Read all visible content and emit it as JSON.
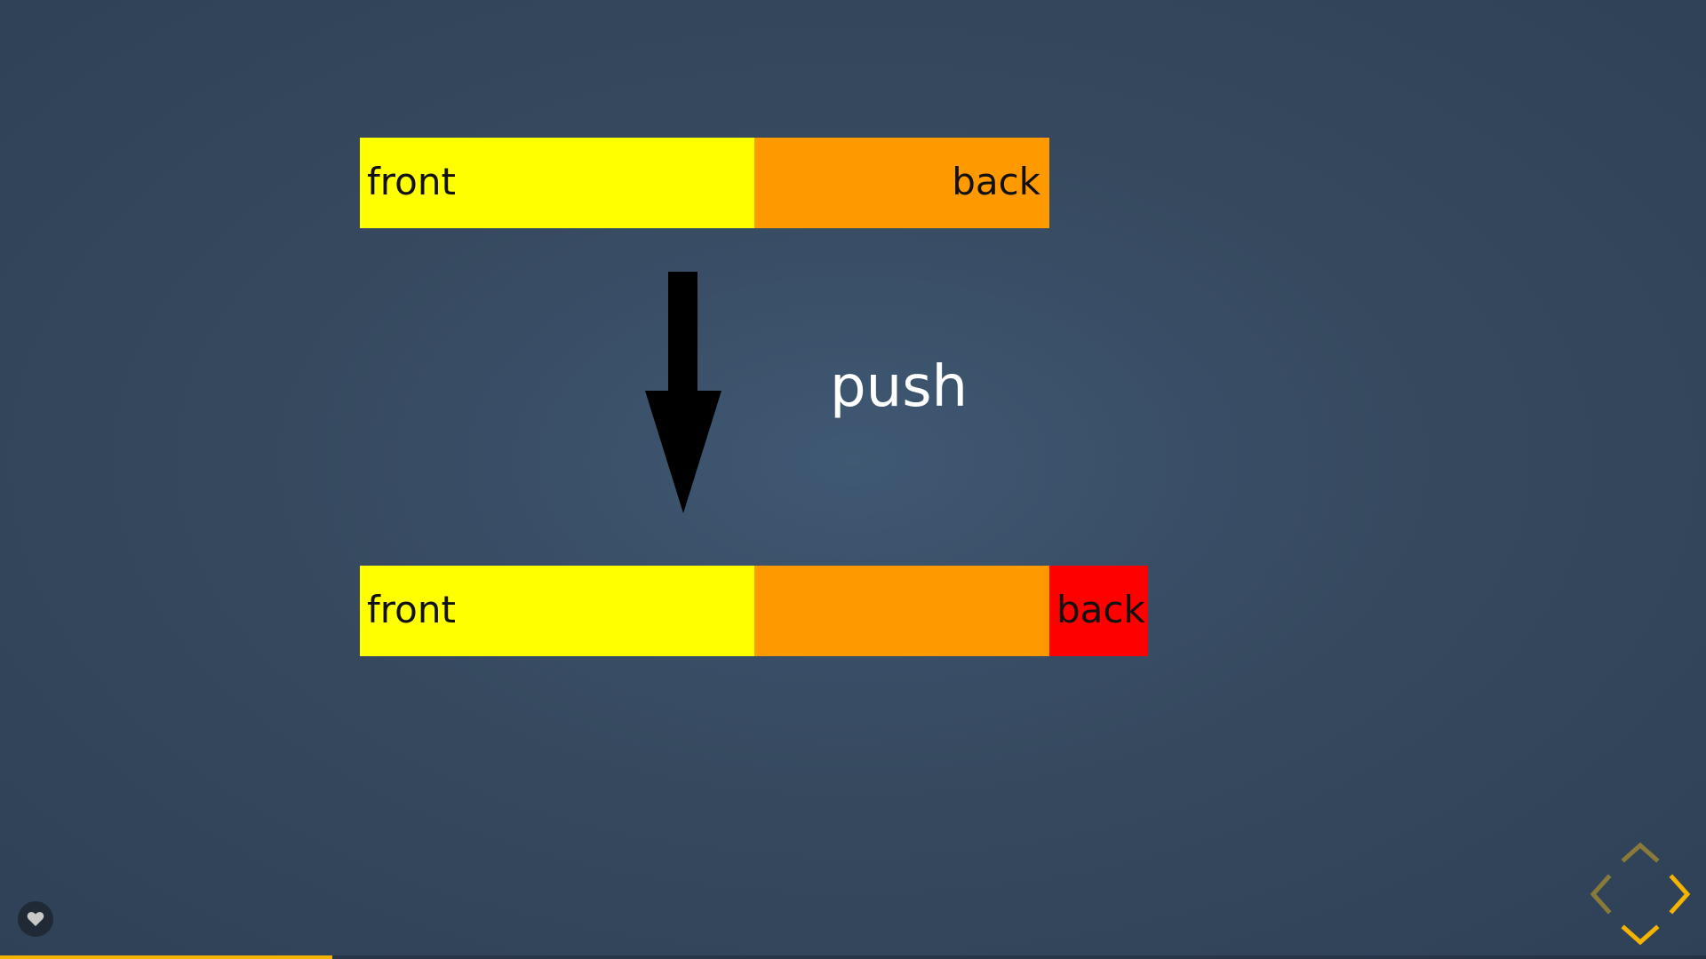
{
  "slide": {
    "before": {
      "segments": [
        {
          "color": "#ffff00",
          "weight": 444,
          "label": "front",
          "label_side": "left"
        },
        {
          "color": "#ff9900",
          "weight": 332,
          "label": "back",
          "label_side": "right"
        }
      ]
    },
    "after": {
      "segments": [
        {
          "color": "#ffff00",
          "weight": 444,
          "label": "front",
          "label_side": "left"
        },
        {
          "color": "#ff9900",
          "weight": 332,
          "label": "",
          "label_side": "none"
        },
        {
          "color": "#ff0000",
          "weight": 111,
          "label": "back",
          "label_side": "left"
        }
      ]
    },
    "operation_label": "push",
    "arrow_icon": "arrow-down-icon"
  },
  "controls": {
    "progress_fraction": 0.195,
    "progress_color": "#f4b400",
    "heart_icon": "heart-icon",
    "nav": {
      "up": {
        "icon": "chevron-up-icon",
        "enabled": false
      },
      "down": {
        "icon": "chevron-down-icon",
        "enabled": true
      },
      "left": {
        "icon": "chevron-left-icon",
        "enabled": false
      },
      "right": {
        "icon": "chevron-right-icon",
        "enabled": true
      },
      "enabled_color": "#f4b400",
      "disabled_color": "#8a7a3a"
    }
  }
}
